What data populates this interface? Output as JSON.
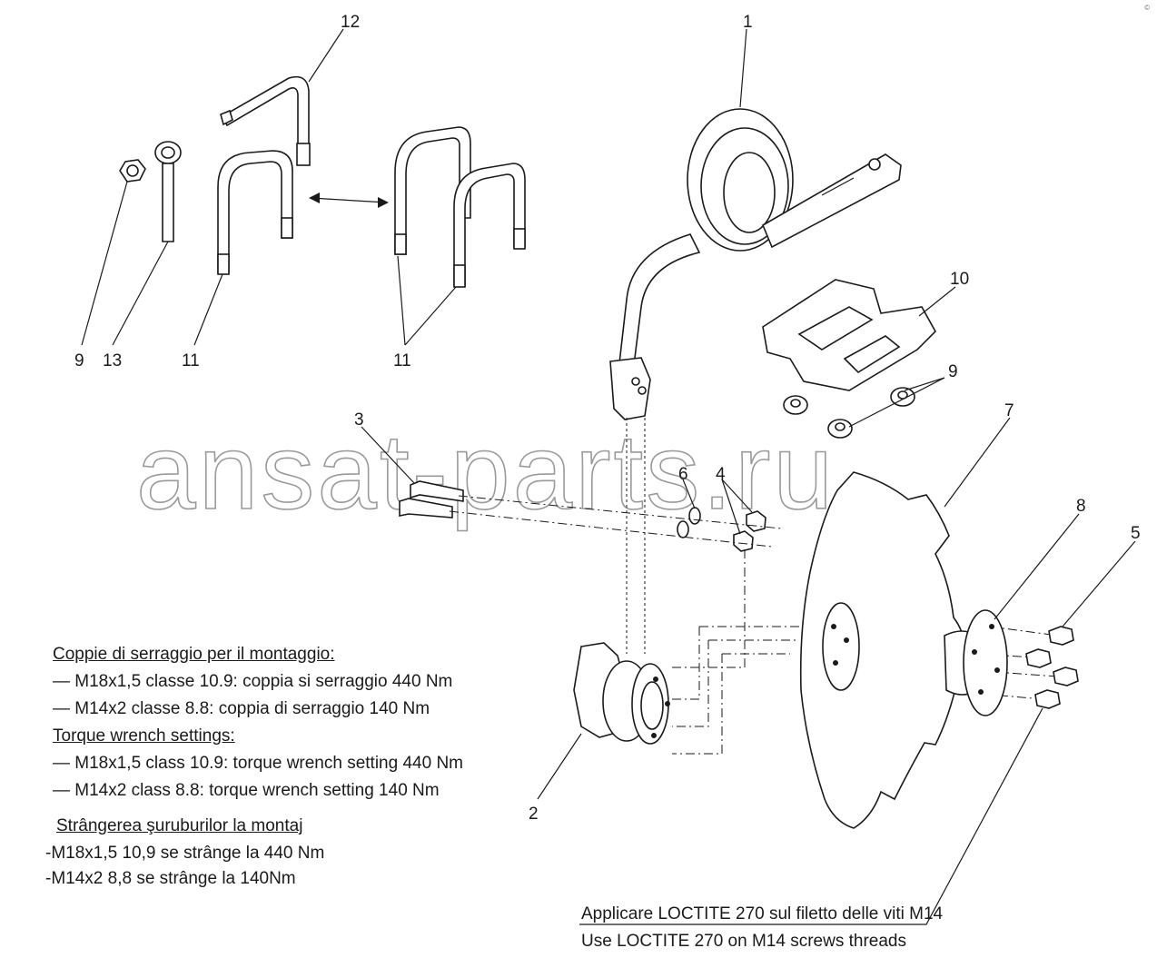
{
  "corner_mark": "©",
  "watermark": "ansat-parts.ru",
  "callouts": {
    "c1": "1",
    "c2": "2",
    "c3": "3",
    "c4": "4",
    "c5": "5",
    "c6": "6",
    "c7": "7",
    "c8": "8",
    "c9a": "9",
    "c9b": "9",
    "c10": "10",
    "c11a": "11",
    "c11b": "11",
    "c12": "12",
    "c13": "13"
  },
  "notes": {
    "it_title": "Coppie di serraggio per il montaggio:",
    "it_1": "— M18x1,5 classe 10.9: coppia si serraggio 440 Nm",
    "it_2": "— M14x2 classe 8.8: coppia di serraggio 140 Nm",
    "en_title": "Torque wrench settings:",
    "en_1": "— M18x1,5 class 10.9: torque wrench setting 440 Nm",
    "en_2": "— M14x2 class 8.8: torque wrench setting 140 Nm",
    "ro_title": "Strângerea şuruburilor la montaj",
    "ro_1": "-M18x1,5 10,9 se strânge la 440 Nm",
    "ro_2": "-M14x2 8,8 se strânge la 140Nm",
    "loctite_it": "Applicare LOCTITE 270 sul filetto delle viti M14",
    "loctite_en": "Use LOCTITE 270 on M14 screws threads"
  }
}
